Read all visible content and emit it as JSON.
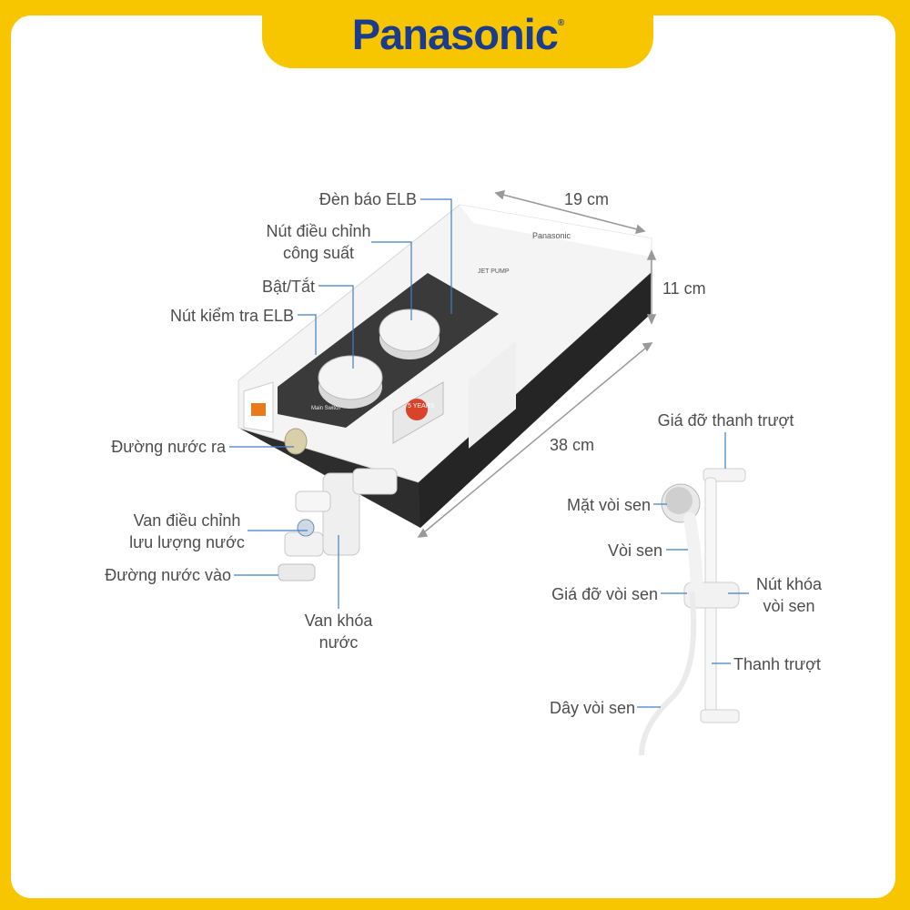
{
  "brand": {
    "name": "Panasonic",
    "mark": "®"
  },
  "dimensions": {
    "width": "19 cm",
    "depth": "11 cm",
    "height": "38 cm"
  },
  "heater_labels": {
    "elb_lamp": "Đèn báo ELB",
    "power_knob_1": "Nút điều chỉnh",
    "power_knob_2": "công suất",
    "on_off": "Bật/Tắt",
    "elb_test": "Nút kiểm tra ELB",
    "water_out": "Đường nước ra",
    "flow_valve_1": "Van điều chỉnh",
    "flow_valve_2": "lưu lượng nước",
    "water_in": "Đường nước vào",
    "shutoff_valve_1": "Van khóa",
    "shutoff_valve_2": "nước"
  },
  "shower_labels": {
    "slide_holder": "Giá đỡ thanh trượt",
    "shower_face": "Mặt vòi sen",
    "shower_head": "Vòi sen",
    "head_holder": "Giá đỡ vòi sen",
    "lock_knob_1": "Nút khóa",
    "lock_knob_2": "vòi sen",
    "slide_bar": "Thanh trượt",
    "hose": "Dây vòi sen"
  },
  "device_text": {
    "cover_brand": "Panasonic",
    "pump": "JET PUMP",
    "main_switch": "Main Switch",
    "warranty": "5 YEARS"
  },
  "colors": {
    "accent": "#f7c600",
    "brand_blue": "#1b3c8c",
    "leader": "#3f7fc8",
    "panel_dark": "#333333"
  }
}
